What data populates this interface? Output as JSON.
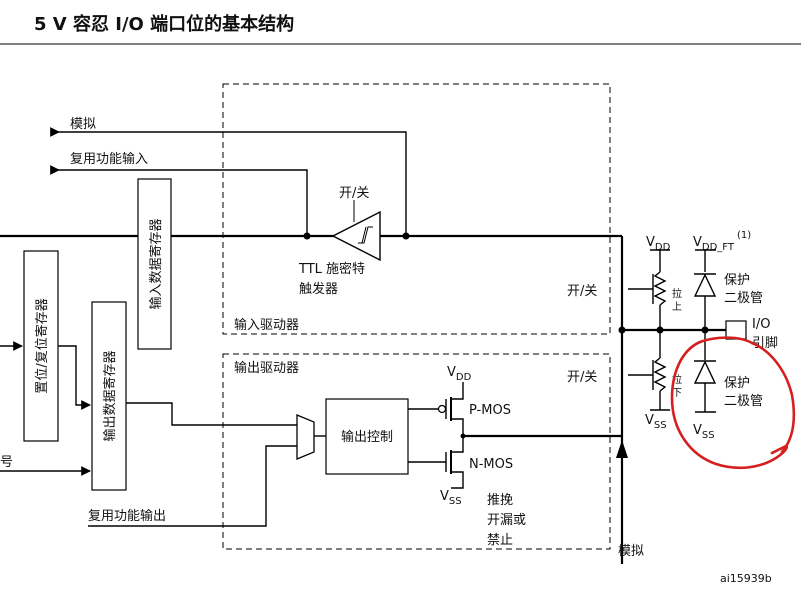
{
  "title": "5 V 容忍 I/O 端口位的基本结构",
  "signals": {
    "analog_top": "模拟",
    "alt_func_input": "复用功能输入",
    "alt_func_output": "复用功能输出",
    "analog_bottom": "模拟",
    "left_cut_label": "号"
  },
  "blocks": {
    "input_data_register": "输入数据寄存器",
    "set_reset_register": "置位/复位寄存器",
    "output_data_register": "输出数据寄存器",
    "output_control": "输出控制"
  },
  "schmitt": {
    "switch": "开/关",
    "line1": "TTL 施密特",
    "line2": "触发器"
  },
  "drivers": {
    "input_driver": "输入驱动器",
    "output_driver": "输出驱动器"
  },
  "mos": {
    "vdd": "V",
    "vdd_sub": "DD",
    "pmos": "P-MOS",
    "nmos": "N-MOS",
    "vss": "V",
    "vss_sub": "SS",
    "mode1": "推挽",
    "mode2": "开漏或",
    "mode3": "禁止"
  },
  "pull": {
    "switch_up": "开/关",
    "switch_down": "开/关",
    "pull_up_1": "拉",
    "pull_up_2": "上",
    "pull_down_1": "拉",
    "pull_down_2": "下",
    "vdd": "V",
    "vdd_sub": "DD",
    "vss": "V",
    "vss_sub": "SS"
  },
  "protection": {
    "vdd_ft": "V",
    "vdd_ft_sub": "DD_FT",
    "vdd_ft_note": "(1)",
    "diode_label_1": "保护",
    "diode_label_2": "二极管",
    "vss": "V",
    "vss_sub": "SS"
  },
  "pin": {
    "line1": "I/O",
    "line2": "引脚"
  },
  "figure_id": "ai15939b",
  "colors": {
    "annotation": "#d42020",
    "line": "#000000"
  }
}
